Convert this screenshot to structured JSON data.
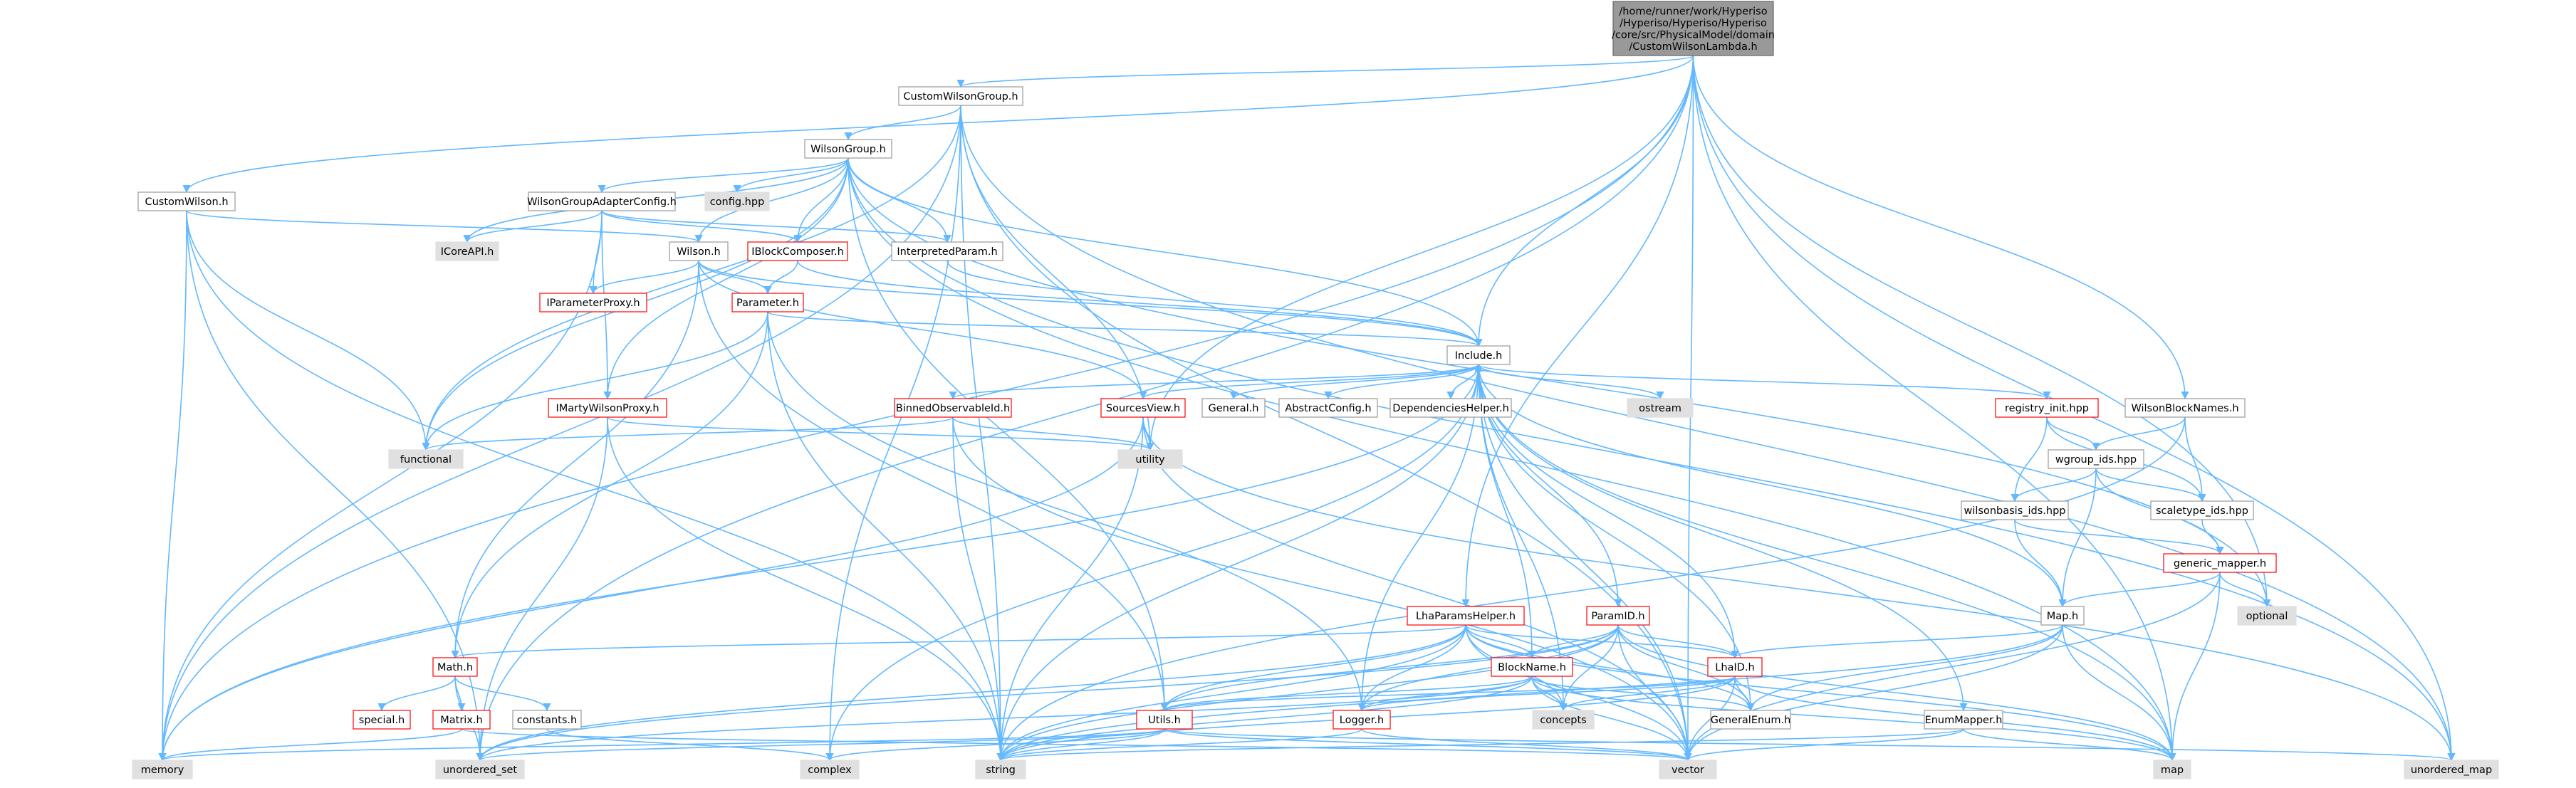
{
  "colors": {
    "edge": "#63b8ff",
    "normal_border": "#999999",
    "red_border": "#ff0000",
    "ext_fill": "#e0e0e0",
    "root_fill": "#999999",
    "node_fill": "#ffffff"
  },
  "nodes": {
    "root": {
      "label": "/home/runner/work/Hyperiso\n/Hyperiso/Hyperiso/Hyperiso\n/core/src/PhysicalModel/domain\n/CustomWilsonLambda.h",
      "style": "root"
    },
    "cwg": {
      "label": "CustomWilsonGroup.h",
      "style": "normal"
    },
    "wg": {
      "label": "WilsonGroup.h",
      "style": "normal"
    },
    "cw": {
      "label": "CustomWilson.h",
      "style": "normal"
    },
    "wgac": {
      "label": "WilsonGroupAdapterConfig.h",
      "style": "normal"
    },
    "cfg": {
      "label": "config.hpp",
      "style": "ext"
    },
    "icore": {
      "label": "ICoreAPI.h",
      "style": "ext"
    },
    "ibc": {
      "label": "IBlockComposer.h",
      "style": "red"
    },
    "interp": {
      "label": "InterpretedParam.h",
      "style": "normal"
    },
    "wilson": {
      "label": "Wilson.h",
      "style": "normal"
    },
    "ipp": {
      "label": "IParameterProxy.h",
      "style": "red"
    },
    "param": {
      "label": "Parameter.h",
      "style": "red"
    },
    "inc": {
      "label": "Include.h",
      "style": "normal"
    },
    "imwp": {
      "label": "IMartyWilsonProxy.h",
      "style": "red"
    },
    "bobs": {
      "label": "BinnedObservableId.h",
      "style": "red"
    },
    "srcv": {
      "label": "SourcesView.h",
      "style": "red"
    },
    "general": {
      "label": "General.h",
      "style": "normal"
    },
    "abscfg": {
      "label": "AbstractConfig.h",
      "style": "normal"
    },
    "dephelp": {
      "label": "DependenciesHelper.h",
      "style": "normal"
    },
    "ostream": {
      "label": "ostream",
      "style": "ext"
    },
    "reginit": {
      "label": "registry_init.hpp",
      "style": "red"
    },
    "wbn": {
      "label": "WilsonBlockNames.h",
      "style": "normal"
    },
    "functional": {
      "label": "functional",
      "style": "ext"
    },
    "utility": {
      "label": "utility",
      "style": "ext"
    },
    "wgids": {
      "label": "wgroup_ids.hpp",
      "style": "normal"
    },
    "wbids": {
      "label": "wilsonbasis_ids.hpp",
      "style": "normal"
    },
    "stids": {
      "label": "scaletype_ids.hpp",
      "style": "normal"
    },
    "genmap": {
      "label": "generic_mapper.h",
      "style": "red"
    },
    "optional": {
      "label": "optional",
      "style": "ext"
    },
    "lha": {
      "label": "LhaParamsHelper.h",
      "style": "red"
    },
    "pid": {
      "label": "ParamID.h",
      "style": "red"
    },
    "map": {
      "label": "Map.h",
      "style": "normal"
    },
    "math": {
      "label": "Math.h",
      "style": "red"
    },
    "bname": {
      "label": "BlockName.h",
      "style": "red"
    },
    "lhaid": {
      "label": "LhaID.h",
      "style": "red"
    },
    "special": {
      "label": "special.h",
      "style": "red"
    },
    "matrix": {
      "label": "Matrix.h",
      "style": "red"
    },
    "consts": {
      "label": "constants.h",
      "style": "normal"
    },
    "utils": {
      "label": "Utils.h",
      "style": "red"
    },
    "logger": {
      "label": "Logger.h",
      "style": "red"
    },
    "concepts": {
      "label": "concepts",
      "style": "ext"
    },
    "genenum": {
      "label": "GeneralEnum.h",
      "style": "normal"
    },
    "enummap": {
      "label": "EnumMapper.h",
      "style": "normal"
    },
    "memory": {
      "label": "memory",
      "style": "ext"
    },
    "uset": {
      "label": "unordered_set",
      "style": "ext"
    },
    "complex": {
      "label": "complex",
      "style": "ext"
    },
    "string": {
      "label": "string",
      "style": "ext"
    },
    "vector": {
      "label": "vector",
      "style": "ext"
    },
    "stdmap": {
      "label": "map",
      "style": "ext"
    },
    "umap": {
      "label": "unordered_map",
      "style": "ext"
    }
  },
  "edges": [
    [
      "root",
      "cwg"
    ],
    [
      "root",
      "cw"
    ],
    [
      "root",
      "memory"
    ],
    [
      "root",
      "uset"
    ],
    [
      "root",
      "utility"
    ],
    [
      "root",
      "vector"
    ],
    [
      "root",
      "stdmap"
    ],
    [
      "root",
      "umap"
    ],
    [
      "root",
      "wbn"
    ],
    [
      "root",
      "lha"
    ],
    [
      "root",
      "inc"
    ],
    [
      "root",
      "optional"
    ],
    [
      "cwg",
      "wg"
    ],
    [
      "cwg",
      "memory"
    ],
    [
      "cwg",
      "functional"
    ],
    [
      "cwg",
      "string"
    ],
    [
      "cwg",
      "utility"
    ],
    [
      "cwg",
      "vector"
    ],
    [
      "cwg",
      "umap"
    ],
    [
      "cwg",
      "complex"
    ],
    [
      "wg",
      "wgac"
    ],
    [
      "wg",
      "cfg"
    ],
    [
      "wg",
      "icore"
    ],
    [
      "wg",
      "ibc"
    ],
    [
      "wg",
      "interp"
    ],
    [
      "wg",
      "wilson"
    ],
    [
      "wg",
      "inc"
    ],
    [
      "wg",
      "imwp"
    ],
    [
      "wg",
      "utils"
    ],
    [
      "wg",
      "functional"
    ],
    [
      "wg",
      "umap"
    ],
    [
      "wg",
      "stdmap"
    ],
    [
      "wg",
      "optional"
    ],
    [
      "cw",
      "wilson"
    ],
    [
      "cw",
      "memory"
    ],
    [
      "cw",
      "functional"
    ],
    [
      "cw",
      "uset"
    ],
    [
      "cw",
      "string"
    ],
    [
      "wgac",
      "icore"
    ],
    [
      "wgac",
      "ibc"
    ],
    [
      "wgac",
      "interp"
    ],
    [
      "wgac",
      "ipp"
    ],
    [
      "wgac",
      "imwp"
    ],
    [
      "wgac",
      "memory"
    ],
    [
      "ibc",
      "param"
    ],
    [
      "ibc",
      "inc"
    ],
    [
      "interp",
      "inc"
    ],
    [
      "wilson",
      "ipp"
    ],
    [
      "wilson",
      "param"
    ],
    [
      "wilson",
      "inc"
    ],
    [
      "wilson",
      "srcv"
    ],
    [
      "wilson",
      "math"
    ],
    [
      "wilson",
      "utils"
    ],
    [
      "param",
      "inc"
    ],
    [
      "param",
      "functional"
    ],
    [
      "param",
      "string"
    ],
    [
      "param",
      "math"
    ],
    [
      "param",
      "logger"
    ],
    [
      "imwp",
      "utility"
    ],
    [
      "imwp",
      "string"
    ],
    [
      "imwp",
      "uset"
    ],
    [
      "inc",
      "dephelp"
    ],
    [
      "dephelp",
      "inc"
    ],
    [
      "inc",
      "bobs"
    ],
    [
      "inc",
      "srcv"
    ],
    [
      "inc",
      "general"
    ],
    [
      "inc",
      "abscfg"
    ],
    [
      "inc",
      "ostream"
    ],
    [
      "inc",
      "reginit"
    ],
    [
      "inc",
      "pid"
    ],
    [
      "inc",
      "map"
    ],
    [
      "inc",
      "lhaid"
    ],
    [
      "inc",
      "bname"
    ],
    [
      "inc",
      "logger"
    ],
    [
      "inc",
      "genenum"
    ],
    [
      "inc",
      "enummap"
    ],
    [
      "inc",
      "concepts"
    ],
    [
      "inc",
      "string"
    ],
    [
      "inc",
      "vector"
    ],
    [
      "inc",
      "stdmap"
    ],
    [
      "inc",
      "complex"
    ],
    [
      "inc",
      "memory"
    ],
    [
      "bobs",
      "functional"
    ],
    [
      "bobs",
      "string"
    ],
    [
      "bobs",
      "vector"
    ],
    [
      "bobs",
      "utility"
    ],
    [
      "srcv",
      "utility"
    ],
    [
      "srcv",
      "string"
    ],
    [
      "srcv",
      "vector"
    ],
    [
      "srcv",
      "memory"
    ],
    [
      "srcv",
      "umap"
    ],
    [
      "reginit",
      "wgids"
    ],
    [
      "reginit",
      "wbids"
    ],
    [
      "reginit",
      "stids"
    ],
    [
      "wbn",
      "wgids"
    ],
    [
      "wbn",
      "stids"
    ],
    [
      "wbn",
      "string"
    ],
    [
      "wgids",
      "wbids"
    ],
    [
      "wgids",
      "stids"
    ],
    [
      "wgids",
      "genmap"
    ],
    [
      "wgids",
      "map"
    ],
    [
      "wbids",
      "genmap"
    ],
    [
      "wbids",
      "map"
    ],
    [
      "stids",
      "genmap"
    ],
    [
      "genmap",
      "map"
    ],
    [
      "genmap",
      "vector"
    ],
    [
      "genmap",
      "stdmap"
    ],
    [
      "genmap",
      "optional"
    ],
    [
      "lha",
      "math"
    ],
    [
      "lha",
      "bname"
    ],
    [
      "lha",
      "utils"
    ],
    [
      "lha",
      "logger"
    ],
    [
      "lha",
      "concepts"
    ],
    [
      "lha",
      "genenum"
    ],
    [
      "lha",
      "lhaid"
    ],
    [
      "lha",
      "string"
    ],
    [
      "lha",
      "vector"
    ],
    [
      "lha",
      "uset"
    ],
    [
      "lha",
      "stdmap"
    ],
    [
      "pid",
      "bname"
    ],
    [
      "pid",
      "lhaid"
    ],
    [
      "pid",
      "utils"
    ],
    [
      "pid",
      "logger"
    ],
    [
      "pid",
      "concepts"
    ],
    [
      "pid",
      "genenum"
    ],
    [
      "pid",
      "string"
    ],
    [
      "pid",
      "vector"
    ],
    [
      "pid",
      "stdmap"
    ],
    [
      "pid",
      "uset"
    ],
    [
      "map",
      "lhaid"
    ],
    [
      "map",
      "genenum"
    ],
    [
      "map",
      "stdmap"
    ],
    [
      "map",
      "vector"
    ],
    [
      "map",
      "string"
    ],
    [
      "math",
      "special"
    ],
    [
      "math",
      "matrix"
    ],
    [
      "math",
      "consts"
    ],
    [
      "math",
      "uset"
    ],
    [
      "matrix",
      "vector"
    ],
    [
      "matrix",
      "memory"
    ],
    [
      "consts",
      "complex"
    ],
    [
      "bname",
      "utils"
    ],
    [
      "bname",
      "logger"
    ],
    [
      "bname",
      "concepts"
    ],
    [
      "bname",
      "genenum"
    ],
    [
      "bname",
      "string"
    ],
    [
      "bname",
      "vector"
    ],
    [
      "bname",
      "stdmap"
    ],
    [
      "bname",
      "uset"
    ],
    [
      "lhaid",
      "utils"
    ],
    [
      "lhaid",
      "logger"
    ],
    [
      "lhaid",
      "concepts"
    ],
    [
      "lhaid",
      "genenum"
    ],
    [
      "lhaid",
      "string"
    ],
    [
      "lhaid",
      "vector"
    ],
    [
      "lhaid",
      "stdmap"
    ],
    [
      "utils",
      "memory"
    ],
    [
      "utils",
      "uset"
    ],
    [
      "utils",
      "string"
    ],
    [
      "utils",
      "vector"
    ],
    [
      "utils",
      "umap"
    ],
    [
      "utils",
      "complex"
    ],
    [
      "logger",
      "string"
    ],
    [
      "logger",
      "vector"
    ],
    [
      "enummap",
      "stdmap"
    ],
    [
      "enummap",
      "vector"
    ],
    [
      "enummap",
      "string"
    ]
  ]
}
